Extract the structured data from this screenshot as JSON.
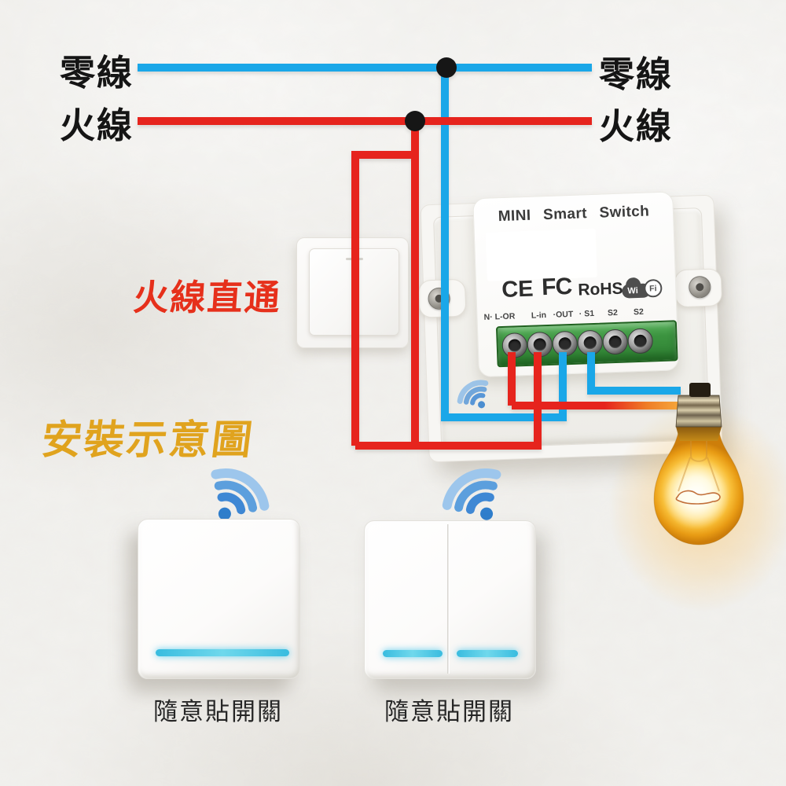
{
  "line_labels": {
    "neutral_left": "零線",
    "live_left": "火線",
    "neutral_right": "零線",
    "live_right": "火線"
  },
  "annotations": {
    "live_direct": "火線直通",
    "installation": "安裝示意圖"
  },
  "module": {
    "title": "MINI Smart Switch",
    "certifications": [
      "CE",
      "FC",
      "RoHS"
    ],
    "wifi_badge": {
      "wi": "Wi",
      "fi": "Fi"
    },
    "terminal_labels": [
      "N· L-OR",
      "L-in",
      "·OUT",
      "· S1",
      "S2",
      "S2"
    ]
  },
  "remotes": [
    {
      "label": "隨意貼開關"
    },
    {
      "label": "隨意貼開關"
    }
  ],
  "colors": {
    "neutral_wire": "#1aa7e8",
    "live_wire": "#e6241d",
    "annotation_red": "#e6301b",
    "annotation_gold": "#e0a31e",
    "indicator_cyan": "#45c6e6",
    "terminal_green": "#2e8032",
    "wifi_blue": "#4e97d8"
  }
}
